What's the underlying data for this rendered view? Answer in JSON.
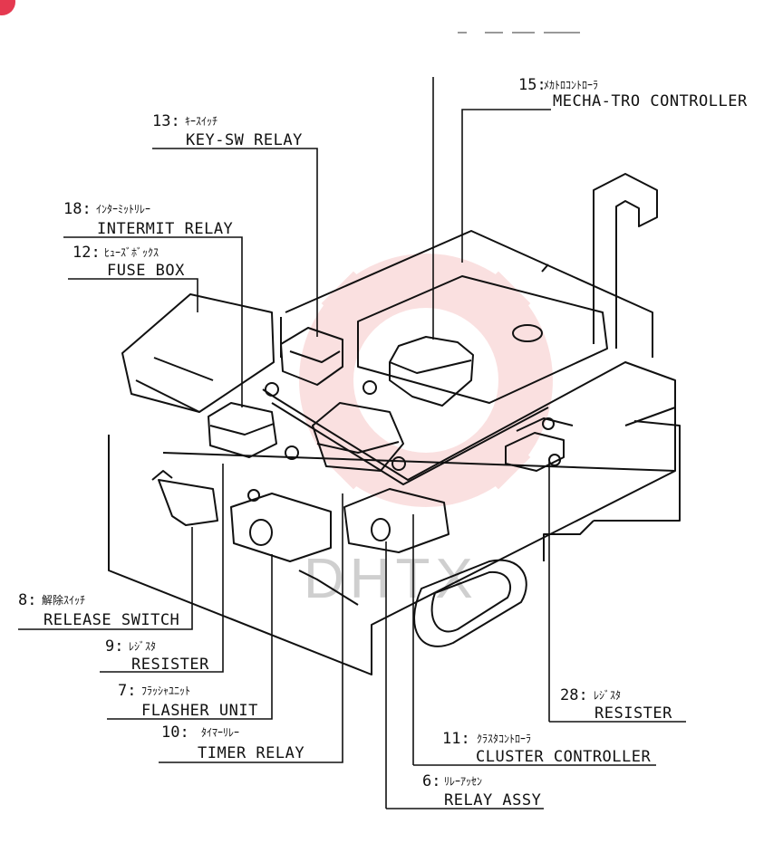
{
  "marker": {
    "color": "#e53950"
  },
  "watermark": {
    "color": "#f6c8c8",
    "text": "DHTX"
  },
  "labels": [
    {
      "id": "15",
      "num": "15:",
      "jp": "ﾒｶﾄﾛｺﾝﾄﾛｰﾗ",
      "en": "MECHA-TRO CONTROLLER"
    },
    {
      "id": "13",
      "num": "13:",
      "jp": "ｷｰｽｲｯﾁ",
      "en": "KEY-SW RELAY"
    },
    {
      "id": "18",
      "num": "18:",
      "jp": "ｲﾝﾀｰﾐｯﾄﾘﾚｰ",
      "en": "INTERMIT RELAY"
    },
    {
      "id": "12",
      "num": "12:",
      "jp": "ﾋｭｰｽﾞﾎﾞｯｸｽ",
      "en": "FUSE BOX"
    },
    {
      "id": "8",
      "num": "8:",
      "jp": "解除ｽｲｯﾁ",
      "en": "RELEASE SWITCH"
    },
    {
      "id": "9",
      "num": "9:",
      "jp": "ﾚｼﾞｽﾀ",
      "en": "RESISTER"
    },
    {
      "id": "7",
      "num": "7:",
      "jp": "ﾌﾗｯｼｬﾕﾆｯﾄ",
      "en": "FLASHER UNIT"
    },
    {
      "id": "10",
      "num": "10:",
      "jp": "ﾀｲﾏｰﾘﾚｰ",
      "en": "TIMER RELAY"
    },
    {
      "id": "28",
      "num": "28:",
      "jp": "ﾚｼﾞｽﾀ",
      "en": "RESISTER"
    },
    {
      "id": "11",
      "num": "11:",
      "jp": "ｸﾗｽﾀｺﾝﾄﾛｰﾗ",
      "en": "CLUSTER CONTROLLER"
    },
    {
      "id": "6",
      "num": "6:",
      "jp": "ﾘﾚｰｱｯｾﾝ",
      "en": "RELAY ASSY"
    }
  ]
}
